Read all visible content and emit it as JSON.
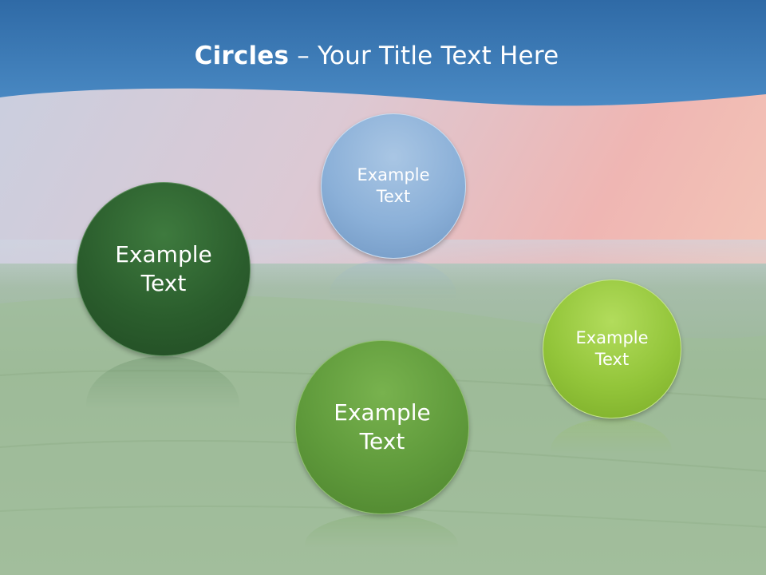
{
  "slide": {
    "title_bold": "Circles",
    "title_rest": " – Your Title Text Here"
  },
  "circles": [
    {
      "line1": "Example",
      "line2": "Text",
      "color": "#2b5e2d"
    },
    {
      "line1": "Example",
      "line2": "Text",
      "color": "#8bb0d8"
    },
    {
      "line1": "Example",
      "line2": "Text",
      "color": "#5f9a3b"
    },
    {
      "line1": "Example",
      "line2": "Text",
      "color": "#93c53a"
    }
  ],
  "colors": {
    "header_blue": "#3b7cb8",
    "sky_pink": "#e9b2b0",
    "field_green": "#7fa86a"
  }
}
